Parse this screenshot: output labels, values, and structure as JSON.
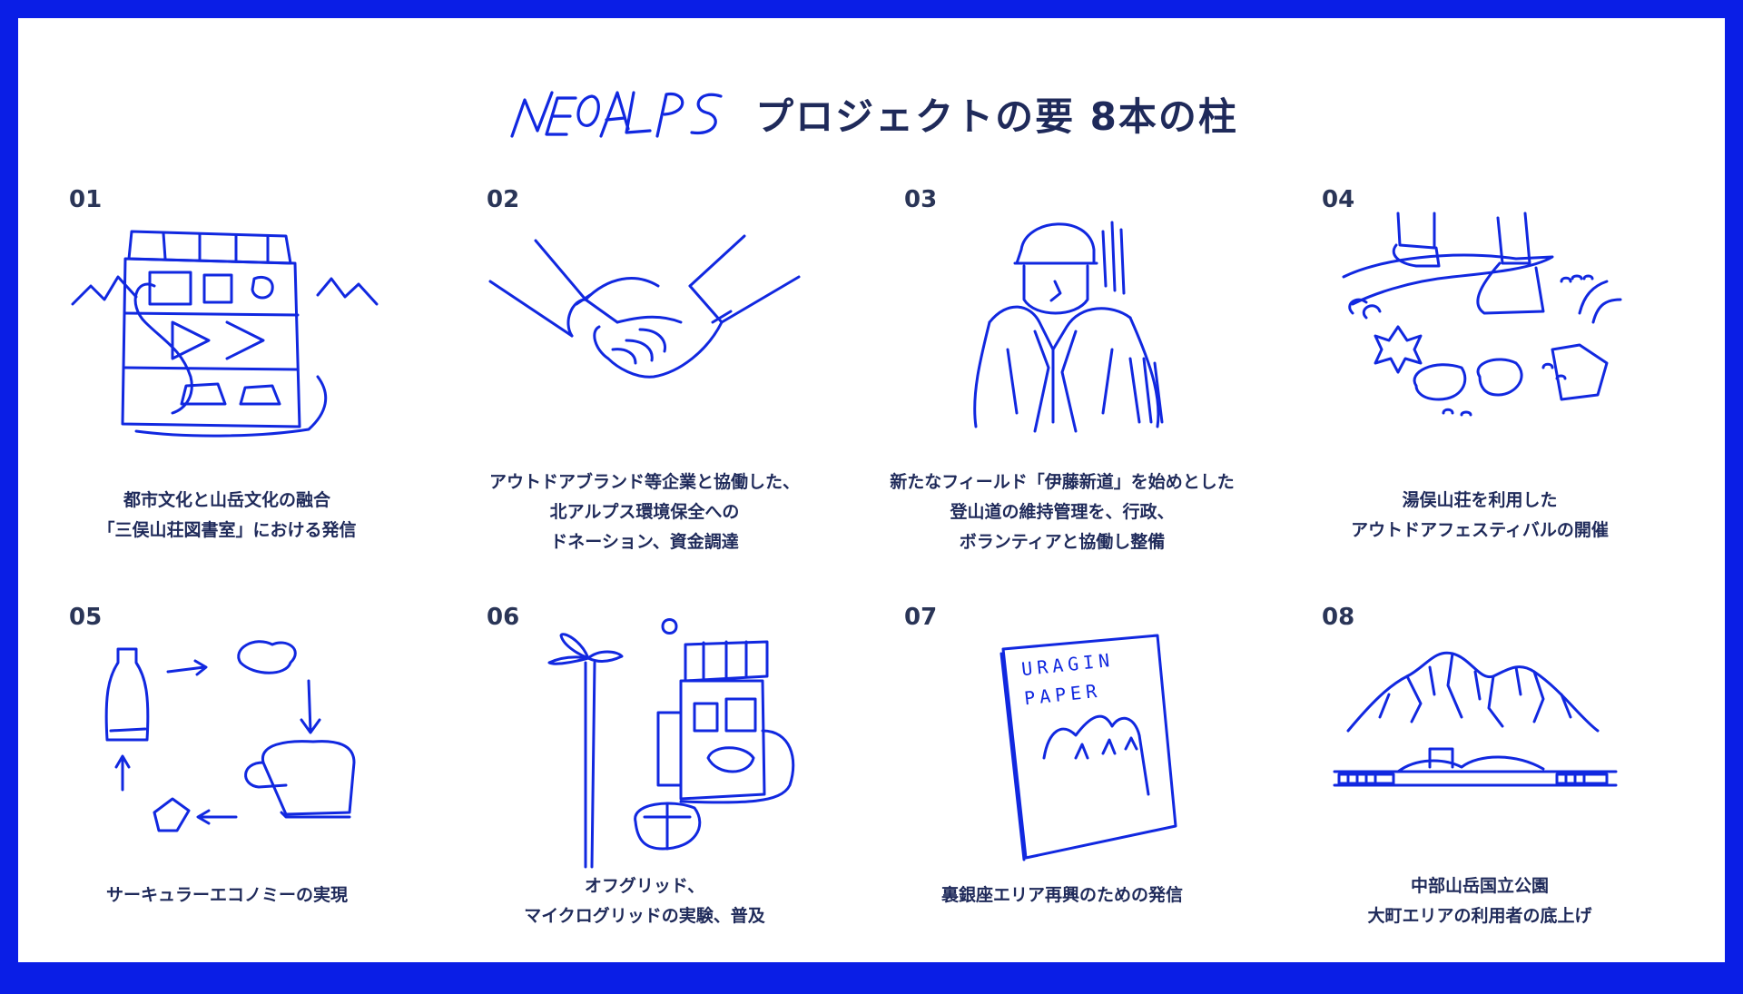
{
  "header": {
    "logo_text": "NEOALPS",
    "title": "プロジェクトの要 8本の柱"
  },
  "pillars": [
    {
      "num": "01",
      "icon": "mountain-lodge-library-icon",
      "lines": [
        "都市文化と山岳文化の融合",
        "「三俣山荘図書室」における発信"
      ]
    },
    {
      "num": "02",
      "icon": "handshake-icon",
      "lines": [
        "アウトドアブランド等企業と協働した、",
        "北アルプス環境保全への",
        "ドネーション、資金調達"
      ]
    },
    {
      "num": "03",
      "icon": "trail-worker-icon",
      "lines": [
        "新たなフィールド「伊藤新道」を始めとした",
        "登山道の維持管理を、行政、",
        "ボランティアと協働し整備"
      ]
    },
    {
      "num": "04",
      "icon": "hiking-boots-trail-icon",
      "lines": [
        "湯俣山荘を利用した",
        "アウトドアフェスティバルの開催"
      ]
    },
    {
      "num": "05",
      "icon": "circular-economy-cycle-icon",
      "lines": [
        "サーキュラーエコノミーの実現"
      ]
    },
    {
      "num": "06",
      "icon": "wind-turbine-microgrid-icon",
      "lines": [
        "オフグリッド、",
        "マイクログリッドの実験、普及"
      ]
    },
    {
      "num": "07",
      "icon": "uragin-paper-magazine-icon",
      "lines": [
        "裏銀座エリア再興のための発信"
      ]
    },
    {
      "num": "08",
      "icon": "mountain-range-train-icon",
      "lines": [
        "中部山岳国立公園",
        "大町エリアの利用者の底上げ"
      ]
    }
  ],
  "illustration_text": {
    "magazine_line1": "URAGIN",
    "magazine_line2": "PAPER"
  },
  "colors": {
    "frame": "#0a1ee6",
    "ink": "#1128e0",
    "text": "#1f2a5a"
  }
}
